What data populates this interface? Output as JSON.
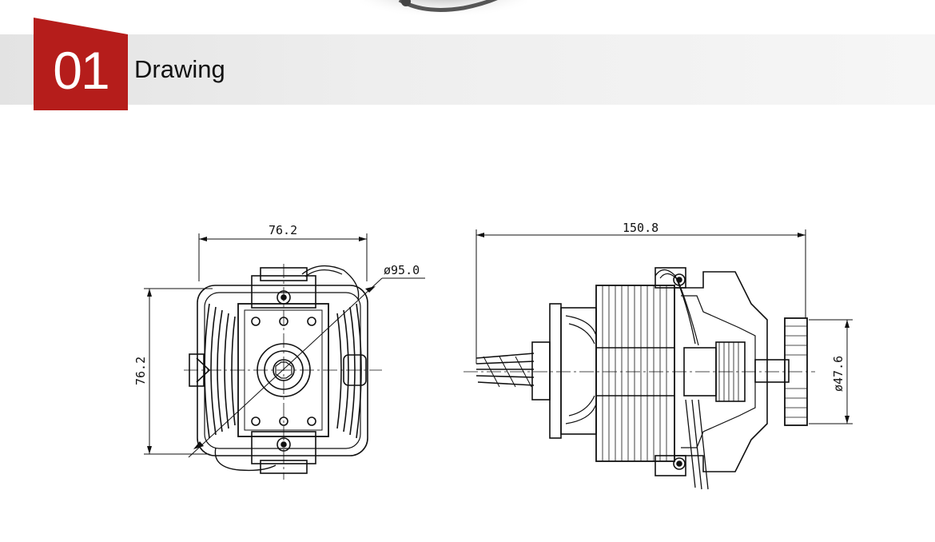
{
  "header": {
    "number": "01",
    "title": "Drawing",
    "accent_color": "#b51d1b"
  },
  "front_view": {
    "width_dim": "76.2",
    "height_dim": "76.2",
    "diameter_dim": "ø95.0"
  },
  "side_view": {
    "length_dim": "150.8",
    "fan_diameter_dim": "ø47.6"
  }
}
